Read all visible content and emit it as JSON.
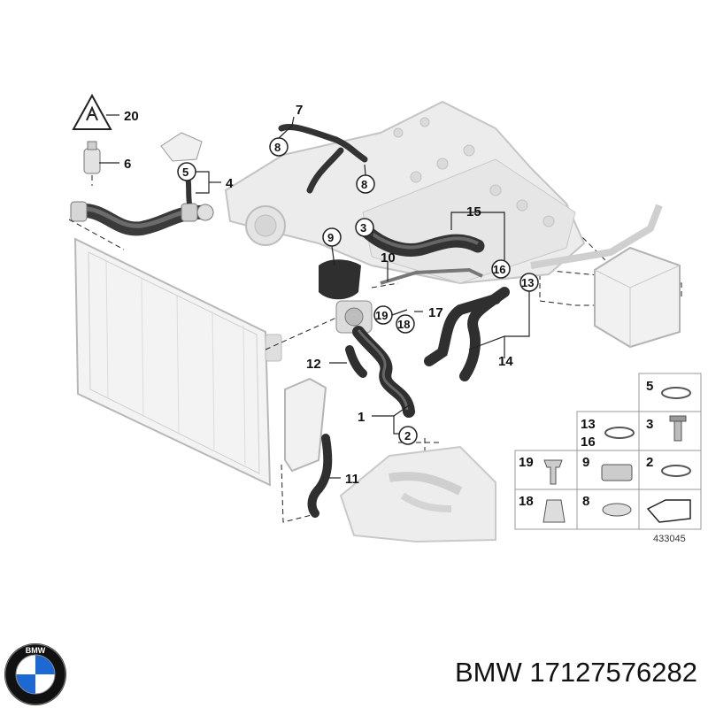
{
  "diagram": {
    "parts": [
      "1",
      "2",
      "3",
      "4",
      "5",
      "6",
      "7",
      "8",
      "8",
      "9",
      "10",
      "11",
      "12",
      "13",
      "14",
      "15",
      "16",
      "17",
      "18",
      "19",
      "20"
    ],
    "legend": {
      "cells": [
        "5",
        "13",
        "16",
        "3",
        "19",
        "9",
        "2",
        "18",
        "8"
      ]
    },
    "reference_number": "433045"
  },
  "caption": "BMW 17127576282",
  "logo": {
    "text": "BMW",
    "colors": {
      "blue": "#1c69d4",
      "black": "#111111",
      "white": "#ffffff"
    }
  }
}
